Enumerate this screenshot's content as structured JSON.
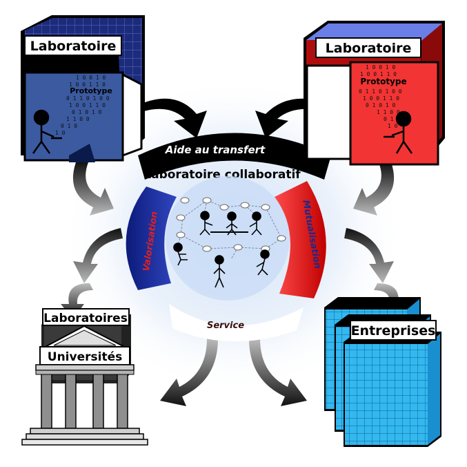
{
  "labels": {
    "lab_left": "Laboratoire",
    "lab_right": "Laboratoire",
    "prototype_left": "Prototype",
    "prototype_right": "Prototype",
    "aide": "Aide au transfert",
    "collab": "Laboratoire collaboratif",
    "valorisation": "Valorisation",
    "mutualisation": "Mutualisation",
    "service": "Service",
    "labs_univ": "Laboratoires",
    "universites": "Universités",
    "entreprises": "Entreprises"
  },
  "colors": {
    "navy": "#1a2a6c",
    "red": "#e01010",
    "dark_red": "#8b0a0a",
    "blue_grid": "#2a3d8f",
    "cyan": "#2ab7f0",
    "cyan_dark": "#0f7fb5",
    "grey_building": "#9a9a9a",
    "glow": "#cfe0f7"
  },
  "binary": {
    "rows": [
      "1 0  0 1 0",
      "1 0 0 1 1 0",
      "0 1 1 0 1 0 0",
      "1 0 0 1 1 0",
      "0 1 0 1 0",
      "1 1 0 0",
      "0 1 0",
      "1 0"
    ]
  }
}
